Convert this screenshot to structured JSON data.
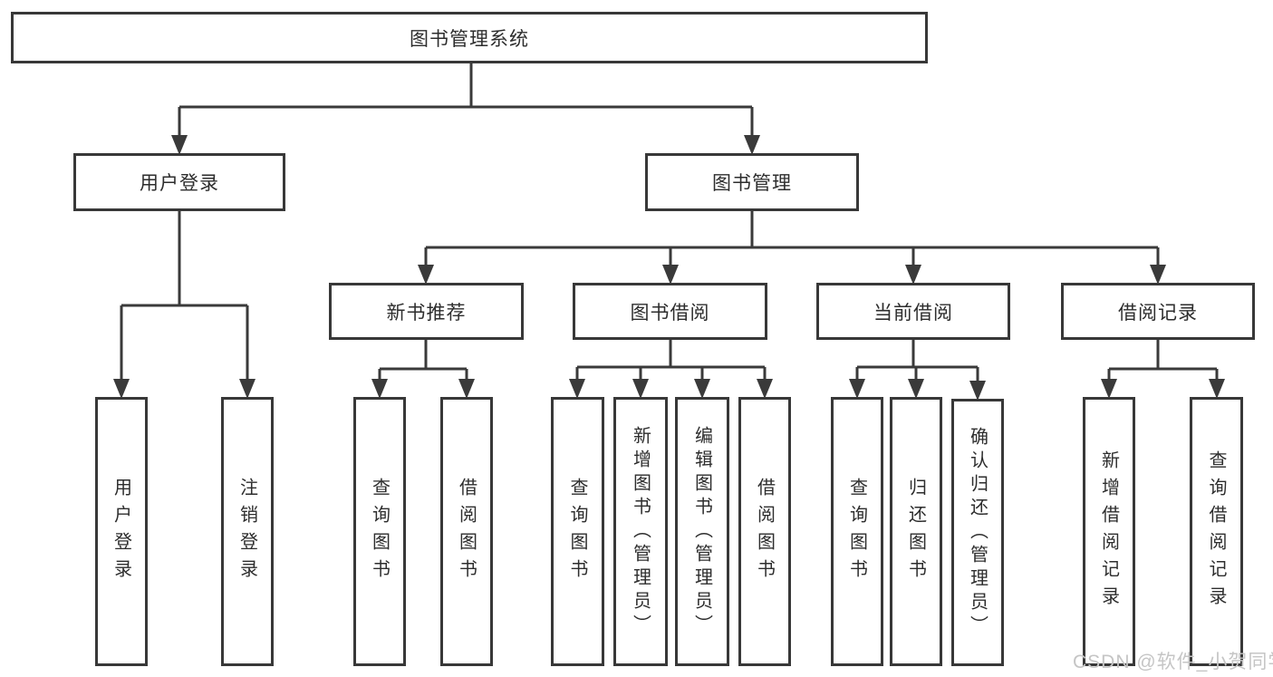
{
  "diagram_title": "图书管理系统",
  "nodes": {
    "root": "图书管理系统",
    "user_login": "用户登录",
    "book_management": "图书管理",
    "new_book_recommend": "新书推荐",
    "book_borrow": "图书借阅",
    "current_borrow": "当前借阅",
    "borrow_records": "借阅记录",
    "leaves": {
      "user_login_leaf": "用户登录",
      "logout": "注销登录",
      "query_books_newbook": "查询图书",
      "borrow_books_newbook": "借阅图书",
      "query_books_borrow": "查询图书",
      "add_book_admin": "新增图书（管理员）",
      "edit_book_admin": "编辑图书（管理员）",
      "borrow_books_leaf": "借阅图书",
      "query_books_current": "查询图书",
      "return_books": "归还图书",
      "confirm_return_admin": "确认归还（管理员）",
      "add_borrow_record": "新增借阅记录",
      "query_borrow_record": "查询借阅记录"
    }
  },
  "watermark": "CSDN @软件_小贺同学",
  "colors": {
    "line": "#3a3a3a",
    "border": "#383838",
    "text": "#2d2d2d",
    "watermark": "#c5c5c5",
    "background": "#ffffff"
  }
}
